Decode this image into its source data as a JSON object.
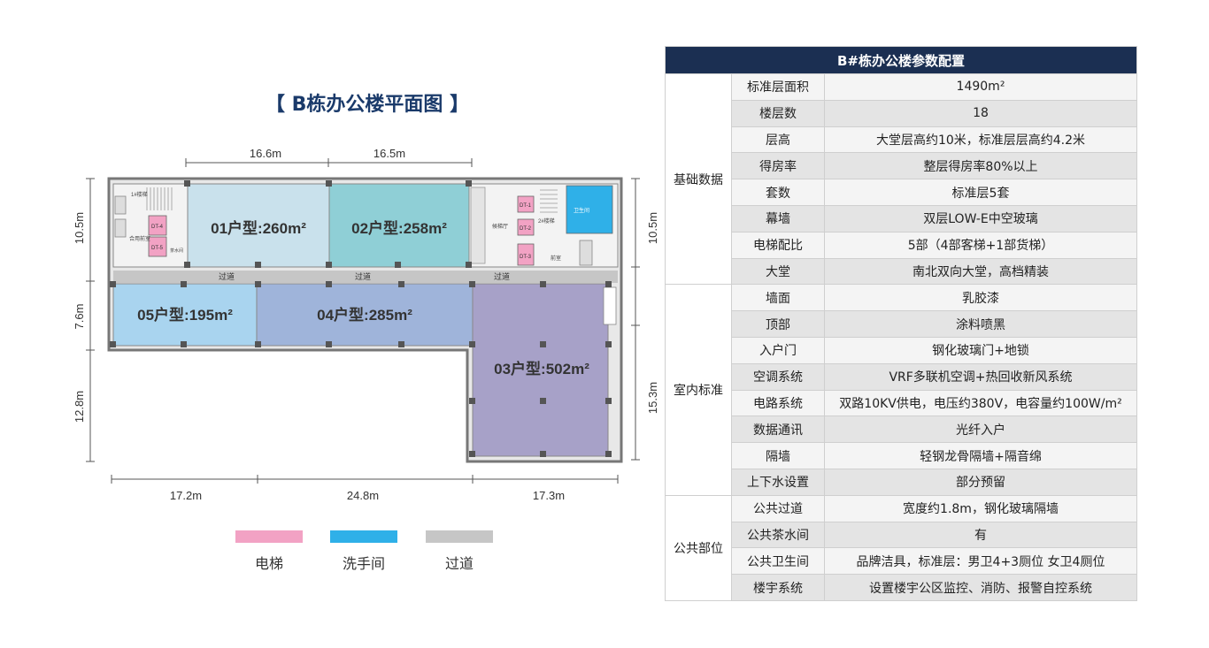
{
  "plan": {
    "title": "【 B栋办公楼平面图 】",
    "dims_top": [
      "16.6m",
      "16.5m"
    ],
    "dims_bottom": [
      "17.2m",
      "24.8m",
      "17.3m"
    ],
    "dims_left": [
      "10.5m",
      "7.6m",
      "12.8m"
    ],
    "dims_right": [
      "10.5m",
      "15.3m"
    ],
    "units": [
      {
        "name": "01户型:260m²",
        "color": "#c9e1ec"
      },
      {
        "name": "02户型:258m²",
        "color": "#8fcfd6"
      },
      {
        "name": "05户型:195m²",
        "color": "#a9d4ef"
      },
      {
        "name": "04户型:285m²",
        "color": "#9fb4da"
      },
      {
        "name": "03户型:502m²",
        "color": "#a7a1c8"
      }
    ],
    "corridor_label": "过道",
    "small_labels": {
      "stair_left": "1#楼梯",
      "elev_l1": "DT-4",
      "elev_l2": "DT-5",
      "lobby_left": "合用前室",
      "tea": "茶水间",
      "wait_hall": "候梯厅",
      "elev_r1": "DT-1",
      "elev_r2": "DT-2",
      "elev_r3": "DT-3",
      "stair_right": "2#楼梯",
      "lobby_right": "前室",
      "wc": "卫生间"
    }
  },
  "legend": [
    {
      "label": "电梯",
      "color": "#f2a2c4"
    },
    {
      "label": "洗手间",
      "color": "#2fb0e8"
    },
    {
      "label": "过道",
      "color": "#c6c6c6"
    }
  ],
  "table": {
    "title": "B#栋办公楼参数配置",
    "groups": [
      {
        "category": "基础数据",
        "rows": [
          [
            "标准层面积",
            "1490m²"
          ],
          [
            "楼层数",
            "18"
          ],
          [
            "层高",
            "大堂层高约10米，标准层层高约4.2米"
          ],
          [
            "得房率",
            "整层得房率80%以上"
          ],
          [
            "套数",
            "标准层5套"
          ],
          [
            "幕墙",
            "双层LOW-E中空玻璃"
          ],
          [
            "电梯配比",
            "5部（4部客梯+1部货梯）"
          ],
          [
            "大堂",
            "南北双向大堂，高档精装"
          ]
        ]
      },
      {
        "category": "室内标准",
        "rows": [
          [
            "墙面",
            "乳胶漆"
          ],
          [
            "顶部",
            "涂料喷黑"
          ],
          [
            "入户门",
            "钢化玻璃门+地锁"
          ],
          [
            "空调系统",
            "VRF多联机空调+热回收新风系统"
          ],
          [
            "电路系统",
            "双路10KV供电，电压约380V，电容量约100W/m²"
          ],
          [
            "数据通讯",
            "光纤入户"
          ],
          [
            "隔墙",
            "轻钢龙骨隔墙+隔音绵"
          ],
          [
            "上下水设置",
            "部分预留"
          ]
        ]
      },
      {
        "category": "公共部位",
        "rows": [
          [
            "公共过道",
            "宽度约1.8m，钢化玻璃隔墙"
          ],
          [
            "公共茶水间",
            "有"
          ],
          [
            "公共卫生间",
            "品牌洁具，标准层：男卫4+3厕位  女卫4厕位"
          ],
          [
            "楼宇系统",
            "设置楼宇公区监控、消防、报警自控系统"
          ]
        ]
      }
    ]
  }
}
